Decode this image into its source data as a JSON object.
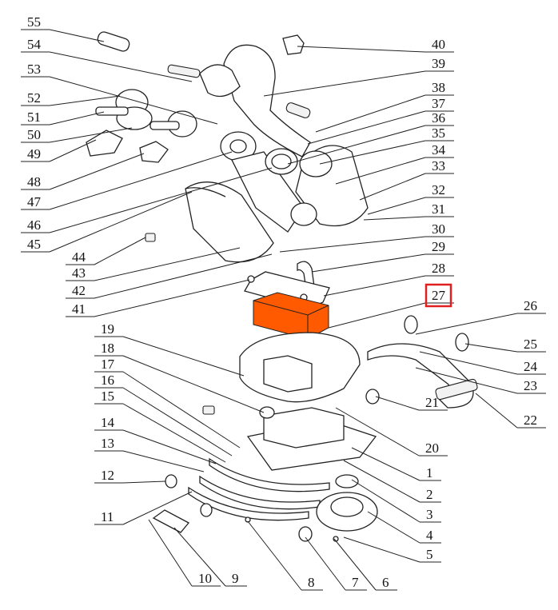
{
  "diagram": {
    "part_labels": [
      "1",
      "2",
      "3",
      "4",
      "5",
      "6",
      "7",
      "8",
      "9",
      "10",
      "11",
      "12",
      "13",
      "14",
      "15",
      "16",
      "17",
      "18",
      "19",
      "20",
      "21",
      "22",
      "23",
      "24",
      "25",
      "26",
      "27",
      "28",
      "29",
      "30",
      "31",
      "32",
      "33",
      "34",
      "35",
      "36",
      "37",
      "38",
      "39",
      "40",
      "41",
      "42",
      "43",
      "44",
      "45",
      "46",
      "47",
      "48",
      "49",
      "50",
      "51",
      "52",
      "53",
      "54",
      "55"
    ],
    "highlighted_part": "27",
    "colors": {
      "highlight_frame": "#e02020",
      "highlight_fill": "#ff5a00",
      "line": "#222222"
    }
  }
}
